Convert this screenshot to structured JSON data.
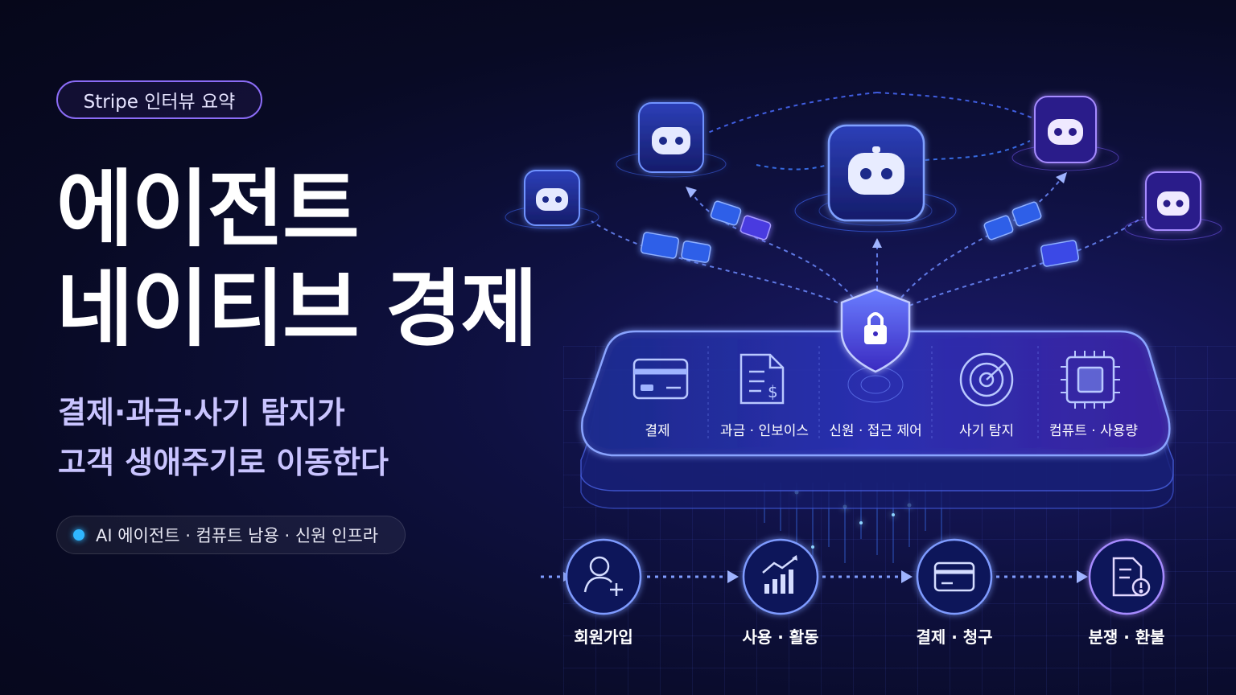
{
  "badge": "Stripe 인터뷰 요약",
  "headline": {
    "line1": "에이전트",
    "line2": "네이티브 경제"
  },
  "subtitle": {
    "line1": "결제·과금·사기 탐지가",
    "line2": "고객 생애주기로 이동한다"
  },
  "tags": "AI 에이전트 · 컴퓨트 남용 · 신원 인프라",
  "platform_modules": [
    {
      "label": "결제",
      "icon": "credit-card-icon"
    },
    {
      "label": "과금 · 인보이스",
      "icon": "invoice-icon"
    },
    {
      "label": "신원 · 접근 제어",
      "icon": "shield-lock-icon"
    },
    {
      "label": "사기 탐지",
      "icon": "radar-icon"
    },
    {
      "label": "컴퓨트 · 사용량",
      "icon": "chip-icon"
    }
  ],
  "lifecycle": [
    {
      "label": "회원가입",
      "icon": "user-add-icon"
    },
    {
      "label": "사용 · 활동",
      "icon": "growth-chart-icon"
    },
    {
      "label": "결제 · 청구",
      "icon": "credit-card-icon"
    },
    {
      "label": "분쟁 · 환불",
      "icon": "dispute-document-icon"
    }
  ],
  "colors": {
    "accent": "#8b6cf6",
    "cyan": "#2fb7ff",
    "background": "#080a24"
  }
}
